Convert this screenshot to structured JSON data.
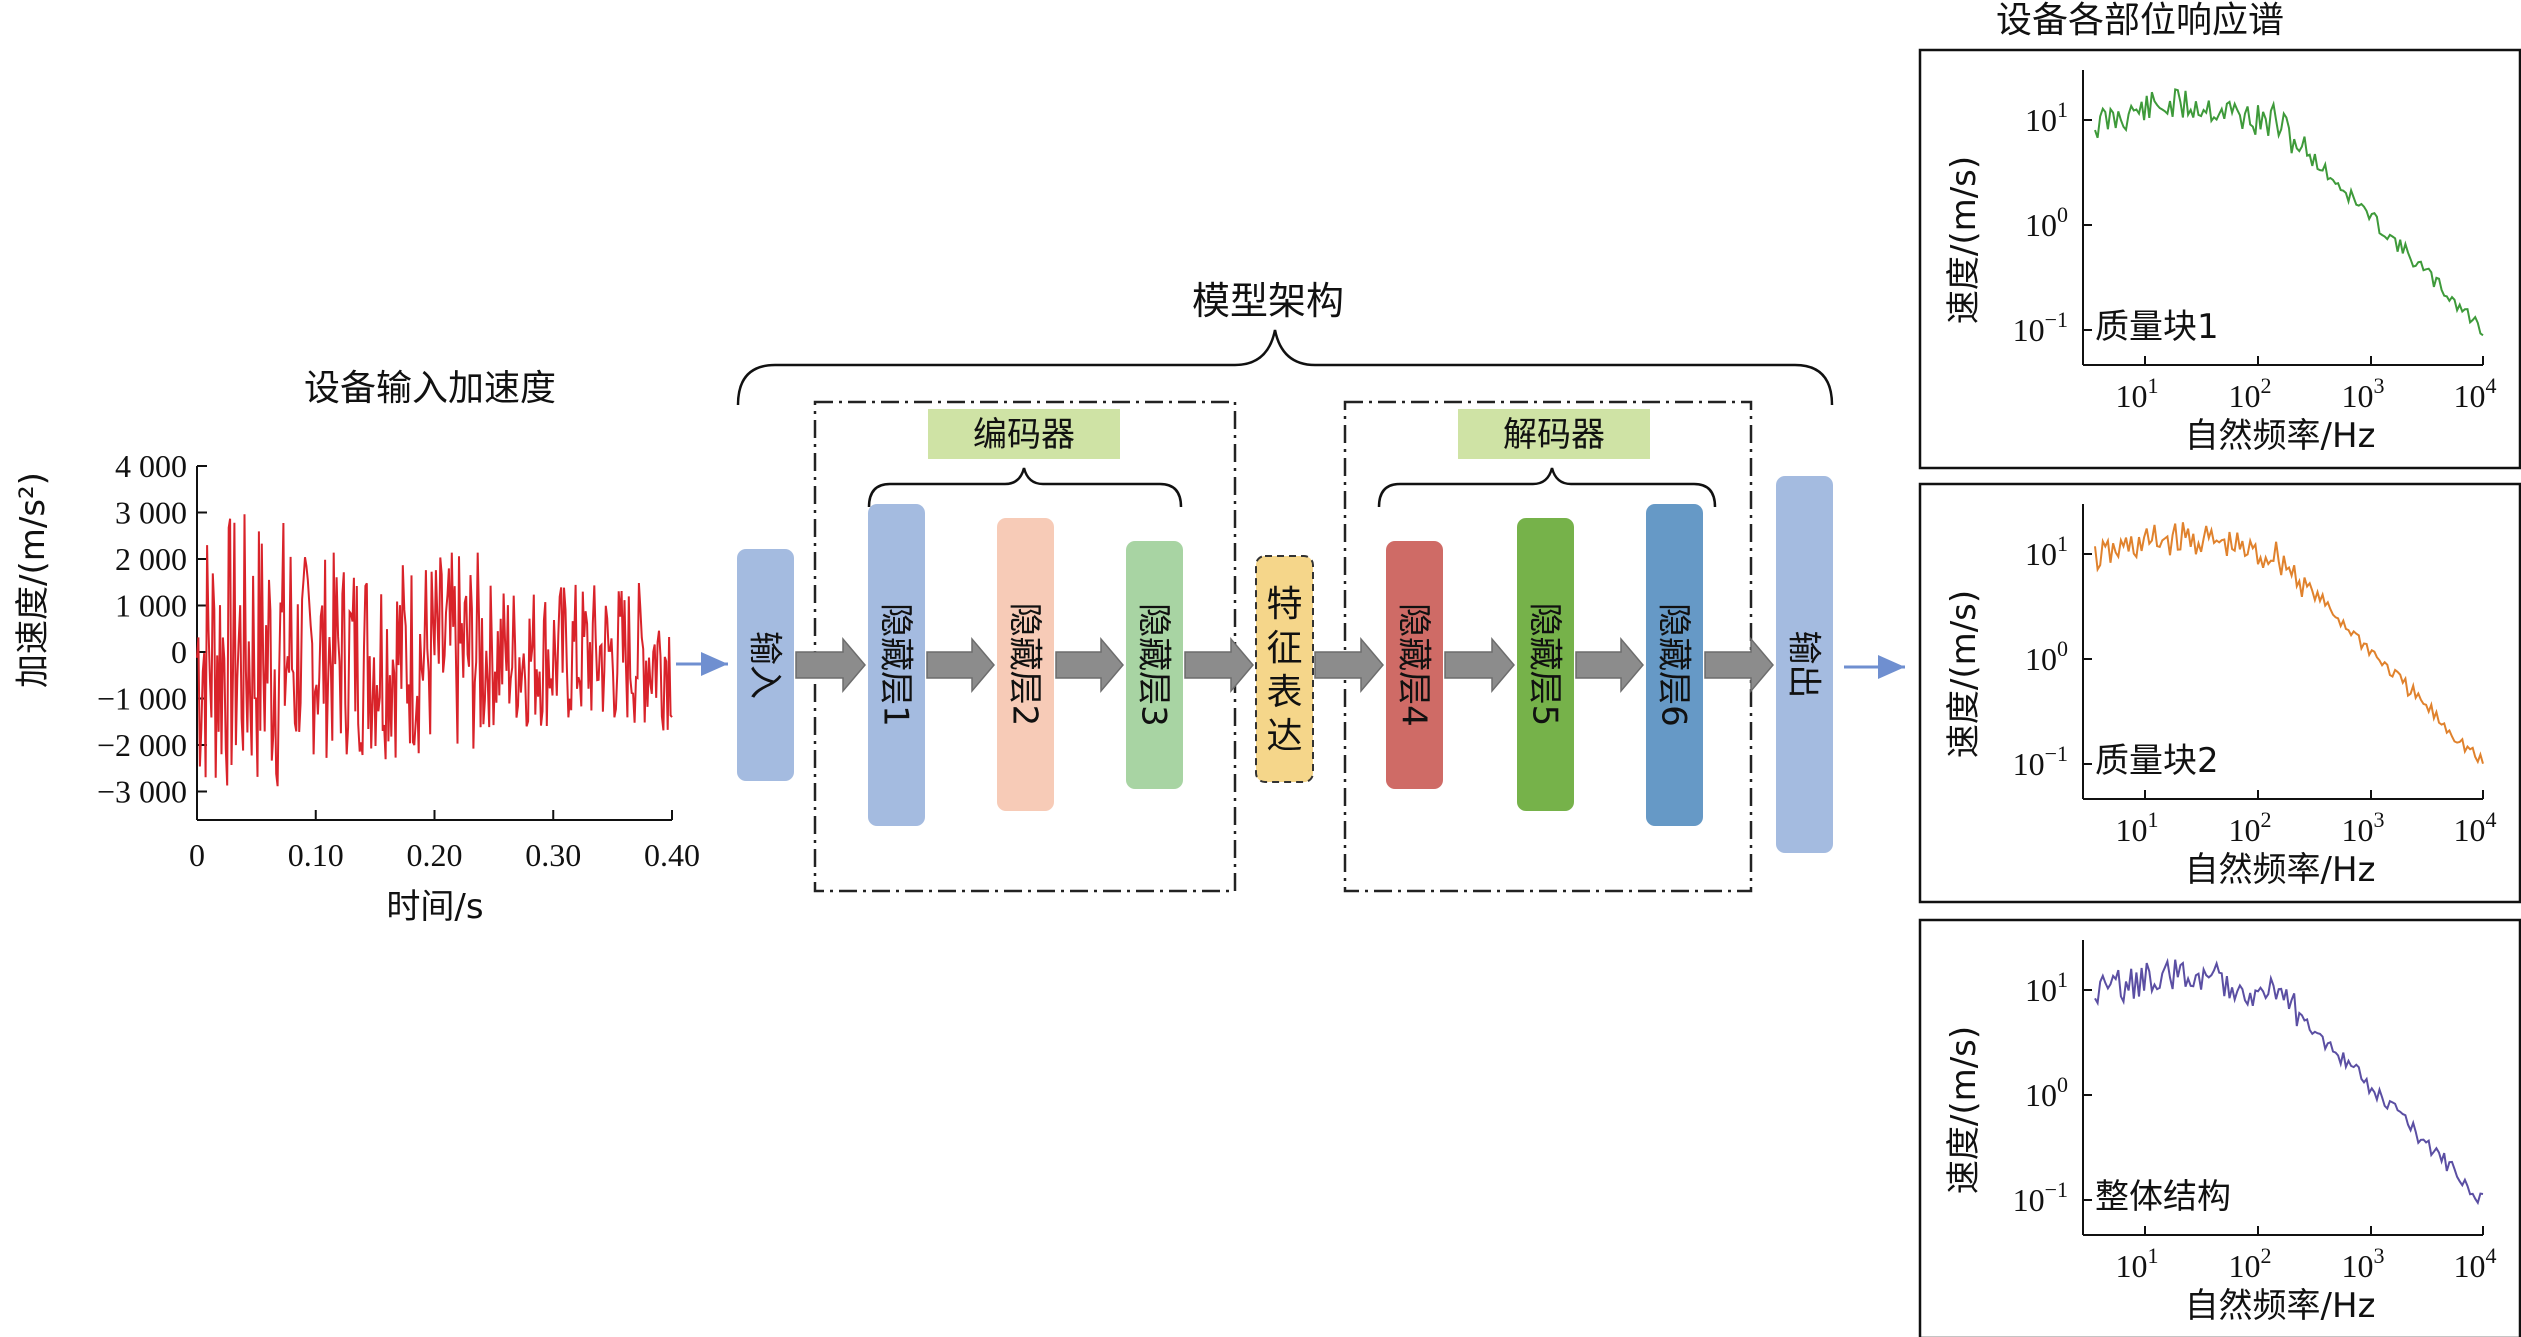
{
  "input_signal": {
    "title": "设备输入加速度",
    "ylabel": "加速度/(m/s²)",
    "xlabel": "时间/s",
    "xticks": [
      "0",
      "0.10",
      "0.20",
      "0.30",
      "0.40"
    ],
    "yticks": [
      "4 000",
      "3 000",
      "2 000",
      "1 000",
      "0",
      "−1 000",
      "−2 000",
      "−3 000"
    ],
    "line_color": "#d9232a"
  },
  "architecture": {
    "title": "模型架构",
    "encoder_label": "编码器",
    "decoder_label": "解码器",
    "blocks": [
      {
        "label": "输入",
        "color": "#a4bbe0"
      },
      {
        "label": "隐藏层1",
        "color": "#a4bbe0"
      },
      {
        "label": "隐藏层2",
        "color": "#f7cbb7"
      },
      {
        "label": "隐藏层3",
        "color": "#a8d4a3"
      },
      {
        "label": "特征表达",
        "color": "#f5d68a"
      },
      {
        "label": "隐藏层4",
        "color": "#cf6b66"
      },
      {
        "label": "隐藏层5",
        "color": "#76b24a"
      },
      {
        "label": "隐藏层6",
        "color": "#6699c6"
      },
      {
        "label": "输出",
        "color": "#a4bbe0"
      }
    ]
  },
  "spectra": {
    "title": "设备各部位响应谱",
    "ylabel": "速度/(m/s)",
    "xlabel": "自然频率/Hz",
    "panels": [
      {
        "label": "质量块1",
        "color": "#3e9a3a"
      },
      {
        "label": "质量块2",
        "color": "#e0822d"
      },
      {
        "label": "整体结构",
        "color": "#5b4fa3"
      }
    ]
  }
}
